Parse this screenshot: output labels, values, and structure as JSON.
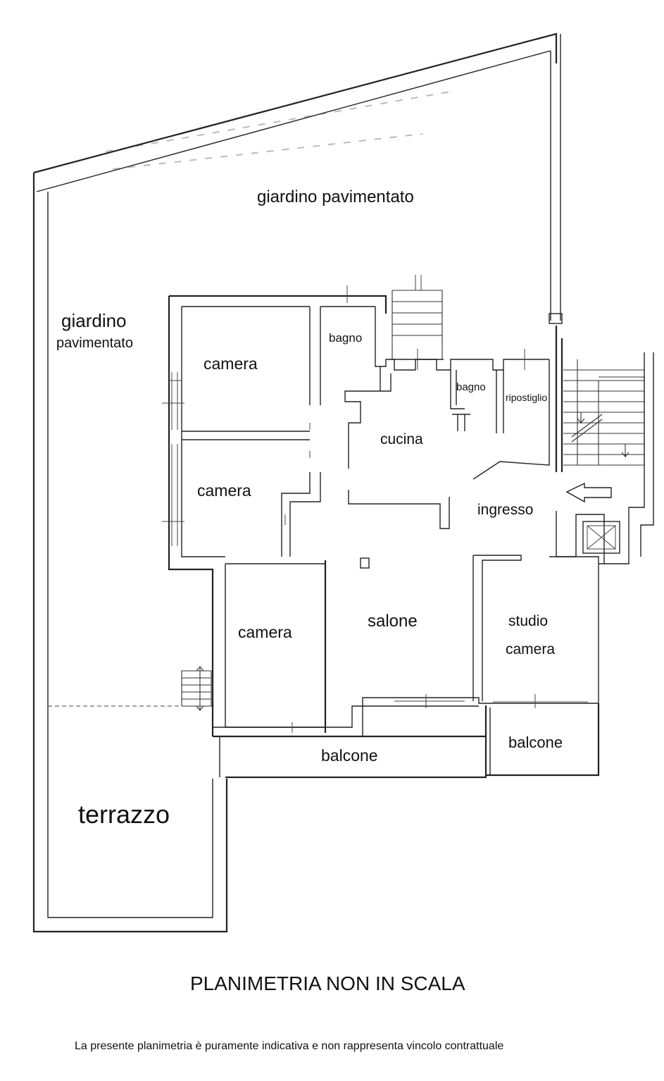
{
  "rooms": {
    "giardino_top": "giardino pavimentato",
    "giardino_left_1": "giardino",
    "giardino_left_2": "pavimentato",
    "bagno_1": "bagno",
    "bagno_2": "bagno",
    "ripostiglio": "ripostiglio",
    "camera_1": "camera",
    "camera_2": "camera",
    "camera_3": "camera",
    "cucina": "cucina",
    "ingresso": "ingresso",
    "salone": "salone",
    "studio": "studio",
    "studio_camera": "camera",
    "balcone_1": "balcone",
    "balcone_2": "balcone",
    "terrazzo": "terrazzo"
  },
  "footer": {
    "title": "PLANIMETRIA NON IN SCALA",
    "disclaimer": "La presente planimetria è puramente indicativa  e non rappresenta vincolo contrattuale"
  },
  "icons": {
    "entrance": "entrance-arrow-icon",
    "elevator": "elevator-icon"
  }
}
